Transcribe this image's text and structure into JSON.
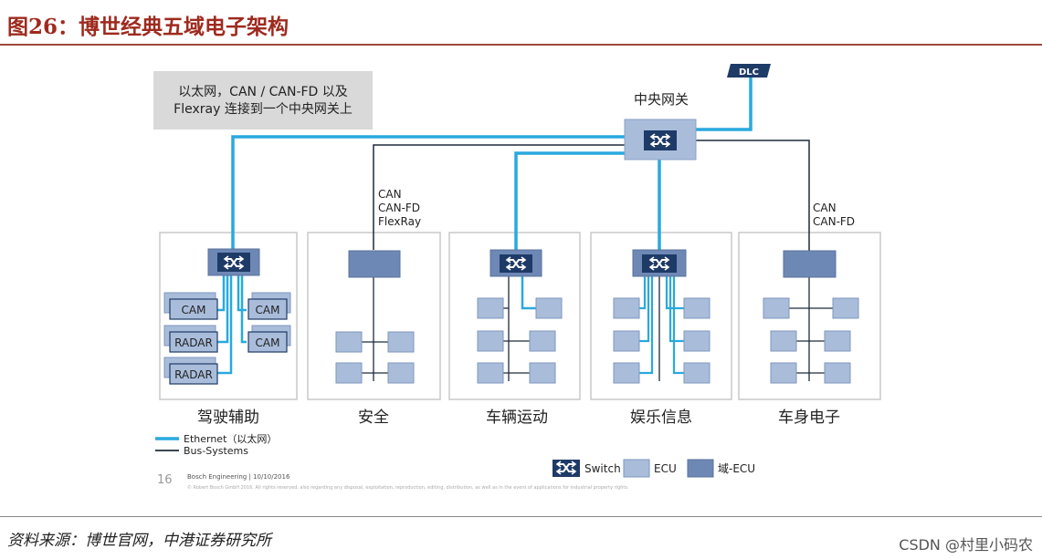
{
  "figure": {
    "title": "图26：博世经典五域电子架构",
    "source": "资料来源：博世官网，中港证券研究所",
    "credit": "CSDN @村里小码农"
  },
  "diagram": {
    "callout": {
      "line1": "以太网，CAN / CAN-FD 以及",
      "line2": "Flexray 连接到一个中央网关上"
    },
    "gateway_label": "中央网关",
    "dlc_label": "DLC",
    "bus_labels": {
      "safety": [
        "CAN",
        "CAN-FD",
        "FlexRay"
      ],
      "body": [
        "CAN",
        "CAN-FD"
      ]
    },
    "domains": [
      {
        "id": "adas",
        "label": "驾驶辅助"
      },
      {
        "id": "safety",
        "label": "安全"
      },
      {
        "id": "chassis",
        "label": "车辆运动"
      },
      {
        "id": "infotainment",
        "label": "娱乐信息"
      },
      {
        "id": "body",
        "label": "车身电子"
      }
    ],
    "sensors": {
      "left": [
        "CAM",
        "RADAR",
        "RADAR"
      ],
      "right": [
        "CAM",
        "CAM"
      ]
    },
    "legend_lines": [
      {
        "label": "Ethernet（以太网）",
        "color": "#29a9de"
      },
      {
        "label": "Bus-Systems",
        "color": "#1e2b3a"
      }
    ],
    "legend_boxes": [
      {
        "label": "Switch"
      },
      {
        "label": "ECU",
        "color": "#a9bddb"
      },
      {
        "label": "域-ECU",
        "color": "#6e88b5"
      }
    ],
    "footer": {
      "page_number": "16",
      "company": "Bosch Engineering | 10/10/2016",
      "copyright": "© Robert Bosch GmbH 2016. All rights reserved, also regarding any disposal, exploitation, reproduction, editing, distribution, as well as in the event of applications for industrial property rights."
    }
  }
}
